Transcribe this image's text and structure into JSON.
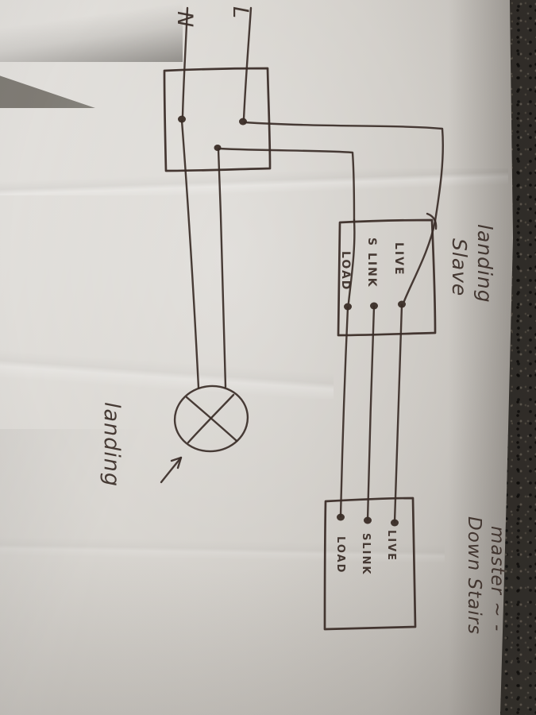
{
  "scene": {
    "description": "Hand-drawn two-way lighting wiring diagram on a sheet of paper, photographed sideways on dark carpet",
    "paper_color": "#d9d6d1",
    "carpet_color": "#2e2b27",
    "ink_color": "#3a2d27"
  },
  "supply": {
    "neutral_label": "N",
    "live_label": "L"
  },
  "slave_switch": {
    "title_line1": "landing",
    "title_line2": "Slave",
    "terminals": [
      "LIVE",
      "S LINK",
      "LOAD"
    ]
  },
  "master_switch": {
    "title_line1": "Down Stairs",
    "title_line2": "master ~ -",
    "terminals": [
      "LIVE",
      "SLINK",
      "LOAD"
    ]
  },
  "lamp": {
    "label": "landing"
  }
}
